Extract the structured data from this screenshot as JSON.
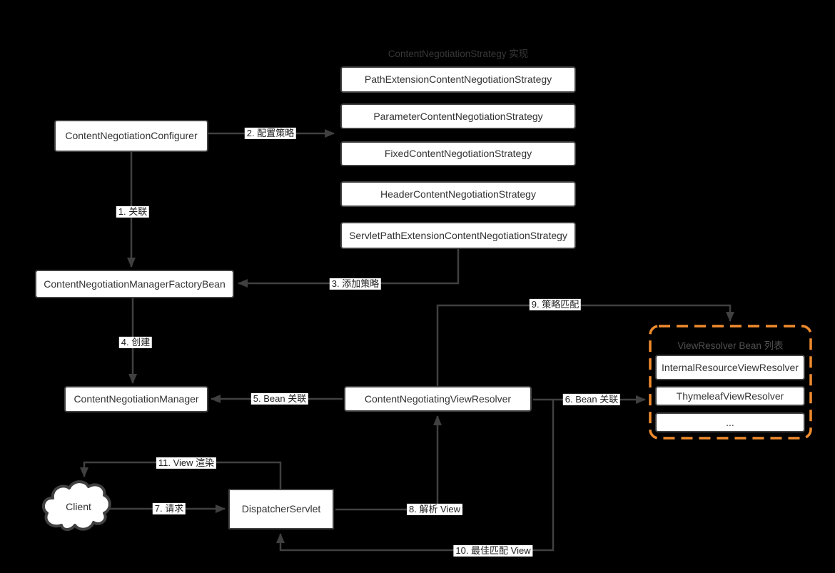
{
  "canvas": {
    "background": "#000000",
    "line_color": "#404040",
    "accent_orange": "#ef8b2d"
  },
  "groups": {
    "strategy_title": "ContentNegotiationStrategy 实现",
    "viewresolver_title": "ViewResolver Bean 列表"
  },
  "nodes": {
    "configurer": {
      "label": "ContentNegotiationConfigurer"
    },
    "factory_bean": {
      "label": "ContentNegotiationManagerFactoryBean"
    },
    "manager": {
      "label": "ContentNegotiationManager"
    },
    "negotiating_view_resolver": {
      "label": "ContentNegotiatingViewResolver"
    },
    "dispatcher_servlet": {
      "label": "DispatcherServlet"
    },
    "client": {
      "label": "Client"
    },
    "strategies": [
      {
        "label": "PathExtensionContentNegotiationStrategy"
      },
      {
        "label": "ParameterContentNegotiationStrategy"
      },
      {
        "label": "FixedContentNegotiationStrategy"
      },
      {
        "label": "HeaderContentNegotiationStrategy"
      },
      {
        "label": "ServletPathExtensionContentNegotiationStrategy"
      }
    ],
    "view_resolvers": [
      {
        "label": "InternalResourceViewResolver"
      },
      {
        "label": "ThymeleafViewResolver"
      },
      {
        "label": "..."
      }
    ]
  },
  "edges": [
    {
      "label": "1. 关联"
    },
    {
      "label": "2. 配置策略"
    },
    {
      "label": "3. 添加策略"
    },
    {
      "label": "4. 创建"
    },
    {
      "label": "5. Bean 关联"
    },
    {
      "label": "6. Bean 关联"
    },
    {
      "label": "7. 请求"
    },
    {
      "label": "8. 解析 View"
    },
    {
      "label": "9. 策略匹配"
    },
    {
      "label": "10. 最佳匹配 View"
    },
    {
      "label": "11. View 渲染"
    }
  ]
}
